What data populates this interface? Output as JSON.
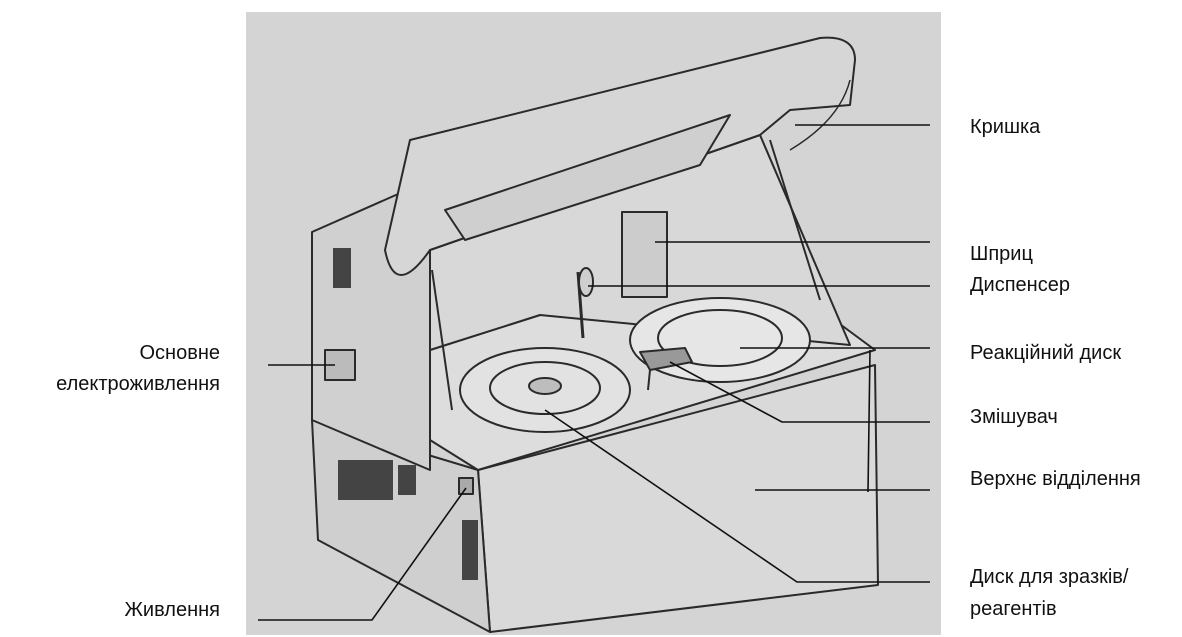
{
  "labels": {
    "lid": "Кришка",
    "syringe": "Шприц",
    "dispenser": "Диспенсер",
    "reaction_disk": "Реакційний диск",
    "mixer": "Змішувач",
    "upper_compartment": "Верхнє відділення",
    "sample_disk_line1": "Диск для зразків/",
    "sample_disk_line2": "реагентів",
    "main_power_line1": "Основне",
    "main_power_line2": "електроживлення",
    "power": "Живлення"
  }
}
